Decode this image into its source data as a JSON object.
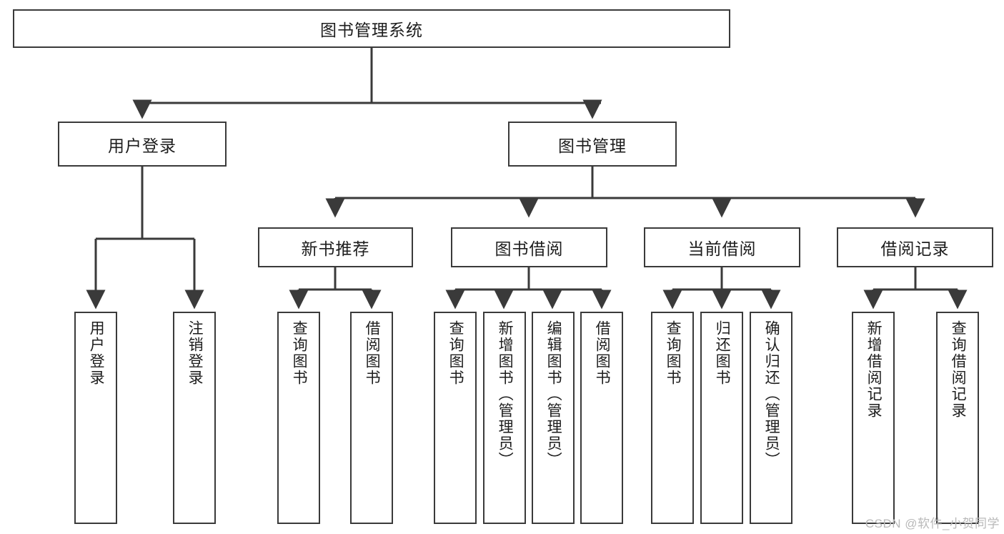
{
  "diagram": {
    "title": "图书管理系统",
    "type": "tree-hierarchy-diagram",
    "colors": {
      "stroke": "#3a3a3a",
      "fill": "#ffffff",
      "text": "#1d1d1d",
      "watermark": "#b9b9b9"
    },
    "levels": {
      "root": {
        "label": "图书管理系统"
      },
      "level2": [
        {
          "label": "用户登录"
        },
        {
          "label": "图书管理"
        }
      ],
      "level3": [
        {
          "label": "新书推荐"
        },
        {
          "label": "图书借阅"
        },
        {
          "label": "当前借阅"
        },
        {
          "label": "借阅记录"
        }
      ],
      "leaves": [
        {
          "label": "用户登录",
          "parent": "用户登录"
        },
        {
          "label": "注销登录",
          "parent": "用户登录"
        },
        {
          "label": "查询图书",
          "parent": "新书推荐"
        },
        {
          "label": "借阅图书",
          "parent": "新书推荐"
        },
        {
          "label": "查询图书",
          "parent": "图书借阅"
        },
        {
          "label": "新增图书（管理员）",
          "parent": "图书借阅"
        },
        {
          "label": "编辑图书（管理员）",
          "parent": "图书借阅"
        },
        {
          "label": "借阅图书",
          "parent": "图书借阅"
        },
        {
          "label": "查询图书",
          "parent": "当前借阅"
        },
        {
          "label": "归还图书",
          "parent": "当前借阅"
        },
        {
          "label": "确认归还（管理员）",
          "parent": "当前借阅"
        },
        {
          "label": "新增借阅记录",
          "parent": "借阅记录"
        },
        {
          "label": "查询借阅记录",
          "parent": "借阅记录"
        }
      ]
    },
    "watermark": "CSDN @软件_小贺同学"
  }
}
